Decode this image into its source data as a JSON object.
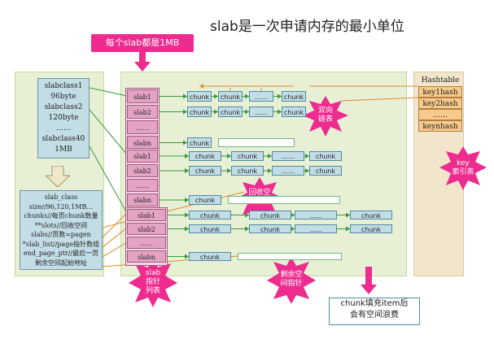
{
  "title": "slab是一次申请内存的最小单位",
  "callout_top": "每个slab都是1MB",
  "slabclass_list": [
    "slabclass1",
    "96byte",
    "slabclass2",
    "120byte",
    "……",
    "slabclass40",
    "1MB"
  ],
  "slab_class_struct": [
    "slab_class",
    "size//96,120,1MB…",
    "chunks//每页chunk数量",
    "**slots//回收空间",
    "slabs//页数=pagen",
    "*slab_list//page指针数组",
    "end_page_ptr//最后一页",
    "剩余空间起始地址"
  ],
  "group1": {
    "slabs": [
      "slab1",
      "slab2",
      "……",
      "slabn"
    ],
    "chunk_rows": [
      [
        "chunk",
        "chunk",
        "……",
        "chunk"
      ],
      [
        "chunk",
        "chunk",
        "……",
        "chunk"
      ],
      [],
      [
        "chunk"
      ]
    ]
  },
  "group2": {
    "slabs": [
      "slab1",
      "slab2",
      "……",
      "slabn"
    ],
    "chunk_rows": [
      [
        "chunk",
        "chunk",
        "……",
        "chunk"
      ],
      [
        "chunk",
        "chunk",
        "……",
        "chunk"
      ],
      [],
      [
        "chunk"
      ]
    ]
  },
  "group3": {
    "slabs": [
      "slab1",
      "slab2",
      "……",
      "slabn"
    ],
    "chunk_rows": [
      [
        "chunk",
        "chunk",
        "……",
        "chunk"
      ],
      [
        "chunk",
        "chunk",
        "……",
        "chunk"
      ],
      [],
      [
        "chunk"
      ]
    ]
  },
  "hashtable": [
    "Hashtable",
    "key1hash",
    "key2hash",
    "……",
    "keynhash"
  ],
  "bursts": {
    "doubly_linked": "双向\n链表",
    "key_index": "key\n索引表",
    "recycle": "回收空\n间指针",
    "slab_ptr": "slab\n指针\n列表",
    "remaining": "剩余空\n间指针"
  },
  "note_bottom": "chunk填充item后\n会有空间浪费",
  "colors": {
    "accent": "#ee2b8e",
    "panel": "#e7f0d5",
    "hashtable": "#f1e6cc"
  }
}
